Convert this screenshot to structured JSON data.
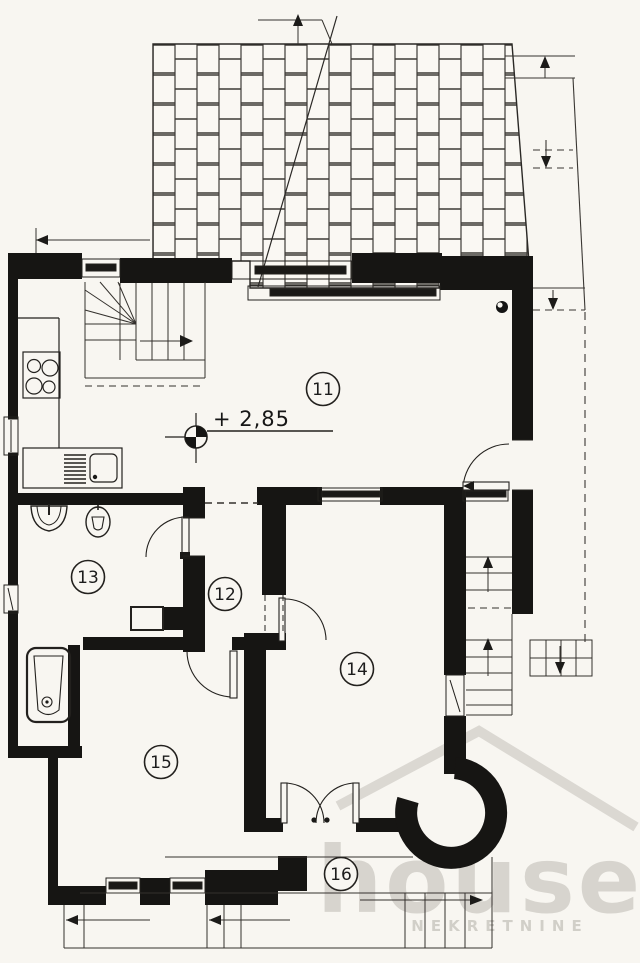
{
  "drawing": {
    "elevation_label": "+ 2,85",
    "rooms": {
      "r11": {
        "label": "11"
      },
      "r12": {
        "label": "12"
      },
      "r13": {
        "label": "13"
      },
      "r14": {
        "label": "14"
      },
      "r15": {
        "label": "15"
      },
      "r16": {
        "label": "16"
      }
    },
    "watermark": {
      "brand": "house",
      "tagline": "NEKRETNINE"
    }
  }
}
